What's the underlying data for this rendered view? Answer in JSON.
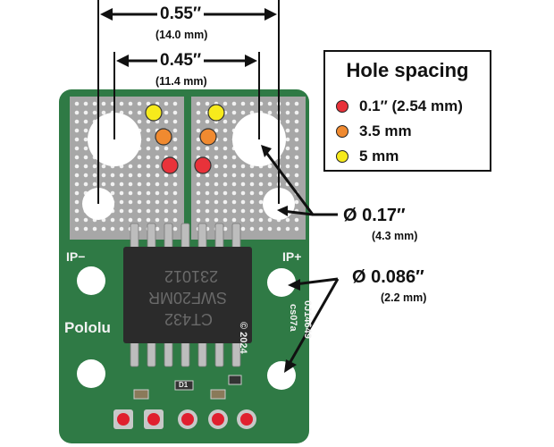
{
  "dimensions": {
    "outer": {
      "main": "0.55″",
      "sub": "(14.0 mm)"
    },
    "inner": {
      "main": "0.45″",
      "sub": "(11.4 mm)"
    }
  },
  "legend": {
    "title": "Hole spacing",
    "items": [
      {
        "label": "0.1″ (2.54 mm)",
        "color": "#e8323a"
      },
      {
        "label": "3.5 mm",
        "color": "#f08a30"
      },
      {
        "label": "5 mm",
        "color": "#f7ea1c"
      }
    ]
  },
  "callouts": {
    "large_hole": {
      "main": "Ø 0.17″",
      "sub": "(4.3 mm)"
    },
    "mount_hole": {
      "main": "Ø 0.086″",
      "sub": "(2.2 mm)"
    }
  },
  "board": {
    "label_ip_minus": "IP−",
    "label_ip_plus": "IP+",
    "brand": "Pololu",
    "copyright": "© 2024",
    "part_a": "0J14649",
    "part_b": "cs07a",
    "chip_line1": "CT432",
    "chip_line2": "SWF20MR",
    "chip_line3": "231012",
    "diode_label": "D1",
    "colors": {
      "pcb": "#2f7a45",
      "pad": "#a7a7a7",
      "chip": "#2b2b2b",
      "header_pad": "#e01f2e"
    }
  }
}
